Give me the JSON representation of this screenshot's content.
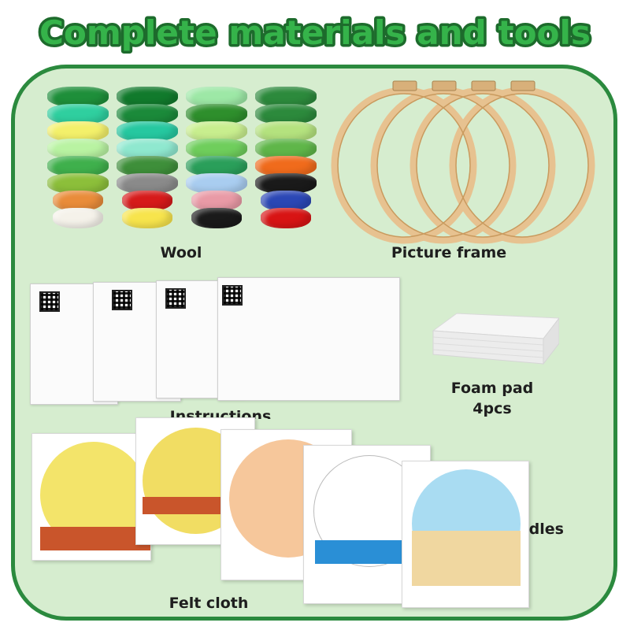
{
  "title": "Complete materials and tools",
  "colors": {
    "title_fill": "#35b34a",
    "title_stroke": "#1d6b2c",
    "panel_bg": "#d6edcf",
    "panel_border": "#2b8a3e"
  },
  "items": {
    "wool": "Wool",
    "frame": "Picture frame",
    "instructions": "Instructions",
    "foam_line1": "Foam pad",
    "foam_line2": "4pcs",
    "needles": "Needles",
    "felt": "Felt cloth"
  },
  "wool_colors": [
    [
      "#1e8f3a",
      "#2fcf9f",
      "#f3f06a",
      "#b9f3a2",
      "#3fb04c",
      "#8cbf3a",
      "#e98c3a",
      "#f5f2ea"
    ],
    [
      "#117a2c",
      "#1b8a3a",
      "#26c8a0",
      "#8fe8cf",
      "#3e8f3a",
      "#8a8a8a",
      "#d61a1a",
      "#f7e44c"
    ],
    [
      "#9de8a6",
      "#2e8f2c",
      "#c8ee8e",
      "#6fce5c",
      "#2a9f5a",
      "#a9cdf0",
      "#e99aa6",
      "#1a1a1a"
    ],
    [
      "#2c8a3c",
      "#2c8a3c",
      "#b4e27e",
      "#5fb649",
      "#f06b1c",
      "#1a1a1a",
      "#2b47b5",
      "#d81414"
    ]
  ]
}
